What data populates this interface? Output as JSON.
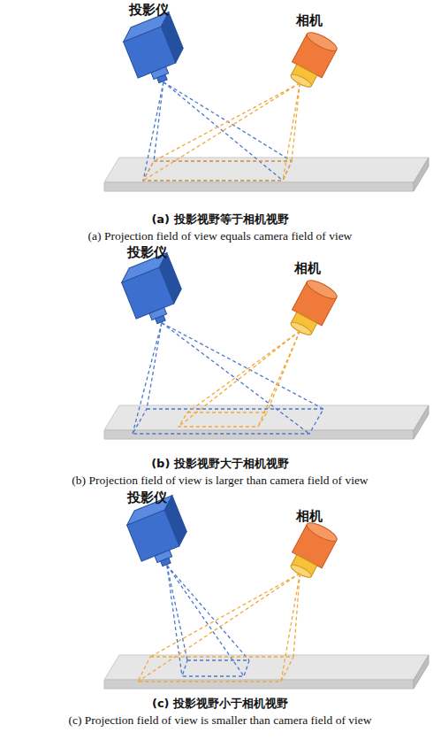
{
  "diagram": {
    "labels": [
      "投影仪",
      "相机",
      "(a) 投影视野等于相机视野",
      "(a) Projection field of view equals camera field of view",
      "投影仪",
      "相机",
      "(b) 投影视野大于相机视野",
      "(b) Projection field of view is larger than camera field of view",
      "投影仪",
      "相机",
      "(c) 投影视野小于相机视野",
      "(c) Projection field of view is smaller than camera field of view"
    ]
  }
}
